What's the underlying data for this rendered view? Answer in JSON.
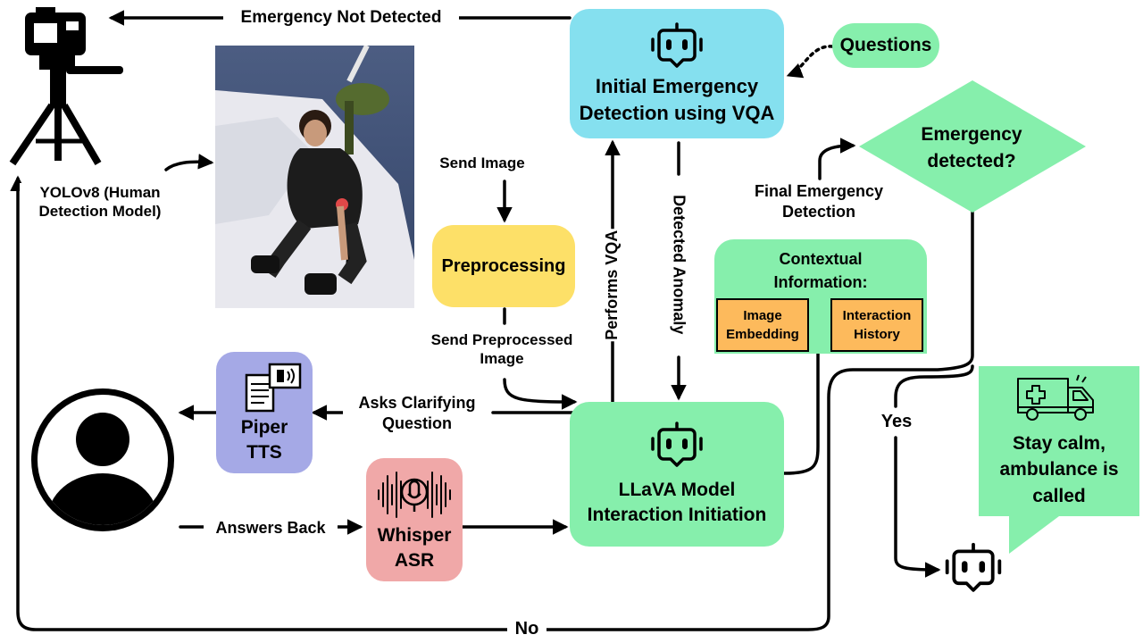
{
  "nodes": {
    "vqa": "Initial Emergency Detection using VQA",
    "questions": "Questions",
    "preprocessing": "Preprocessing",
    "llava": "LLaVA Model Interaction Initiation",
    "context_title": "Contextual Information:",
    "image_embedding": "Image Embedding",
    "interaction_history": "Interaction History",
    "piper": "Piper TTS",
    "whisper": "Whisper ASR",
    "decision": "Emergency detected?",
    "outcome": "Stay calm, ambulance is called",
    "yolo": "YOLOv8 (Human Detection Model)"
  },
  "edges": {
    "not_detected": "Emergency Not Detected",
    "send_image": "Send Image",
    "send_preprocessed": "Send Preprocessed Image",
    "performs_vqa": "Performs VQA",
    "detected_anomaly": "Detected Anomaly",
    "final_detection": "Final Emergency Detection",
    "asks_clarifying": "Asks Clarifying Question",
    "answers_back": "Answers Back",
    "yes": "Yes",
    "no": "No"
  },
  "icons": {
    "camera": "camera-tripod-icon",
    "robot": "robot-icon",
    "user": "user-avatar-icon",
    "tts": "document-speaker-icon",
    "asr": "microphone-waveform-icon",
    "ambulance": "ambulance-icon"
  },
  "colors": {
    "vqa": "#85e0ef",
    "green": "#86efac",
    "preprocessing": "#fde068",
    "context_items": "#fdba5c",
    "piper": "#a5a9e6",
    "whisper": "#f0a8a8"
  }
}
